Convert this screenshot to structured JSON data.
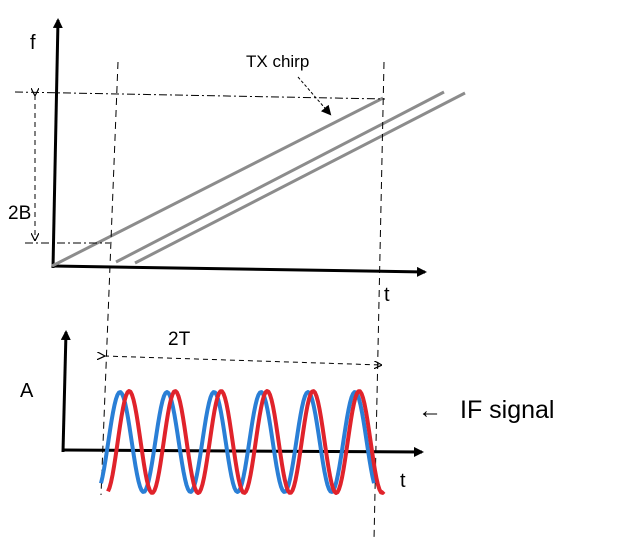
{
  "labels": {
    "f_axis": "f",
    "t_axis_top": "t",
    "tx_chirp": "TX chirp",
    "bandwidth": "2B",
    "duration": "2T",
    "a_axis": "A",
    "t_axis_bottom": "t",
    "if_signal": "IF signal",
    "if_arrow": "←"
  },
  "colors": {
    "axis": "#000000",
    "chirp": "#8c8c8c",
    "wave_red": "#e0232b",
    "wave_blue": "#2a7fd6"
  }
}
